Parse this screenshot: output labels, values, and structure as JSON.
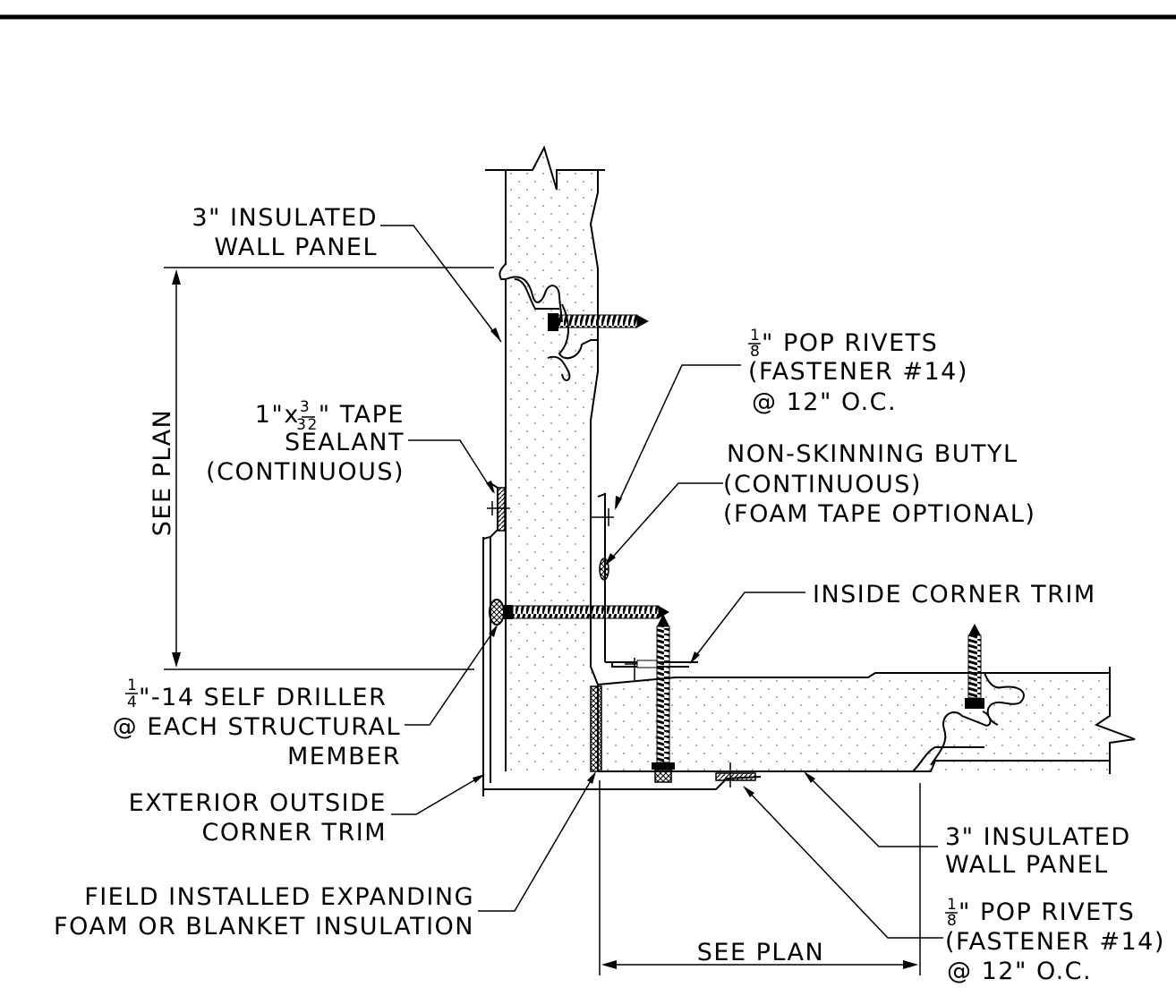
{
  "labels": {
    "top_panel_1": "3\" INSULATED",
    "top_panel_2": "WALL PANEL",
    "tape_1_pre": "1\"x",
    "tape_1_num": "3",
    "tape_1_den": "32",
    "tape_1_post": "\" TAPE",
    "tape_2": "SEALANT",
    "tape_3": "(CONTINUOUS)",
    "rivet_top_num": "1",
    "rivet_top_den": "8",
    "rivet_top_1": "\" POP RIVETS",
    "rivet_top_2": "(FASTENER #14)",
    "rivet_top_3": "@ 12\" O.C.",
    "butyl_1": "NON-SKINNING BUTYL",
    "butyl_2": "(CONTINUOUS)",
    "butyl_3": "(FOAM TAPE OPTIONAL)",
    "inside_trim": "INSIDE CORNER TRIM",
    "driller_num": "1",
    "driller_den": "4",
    "driller_1": "\"-14 SELF DRILLER",
    "driller_2": "@ EACH STRUCTURAL",
    "driller_3": "MEMBER",
    "ext_trim_1": "EXTERIOR OUTSIDE",
    "ext_trim_2": "CORNER TRIM",
    "foam_1": "FIELD INSTALLED EXPANDING",
    "foam_2": "FOAM OR BLANKET INSULATION",
    "right_panel_1": "3\" INSULATED",
    "right_panel_2": "WALL PANEL",
    "rivet_bot_num": "1",
    "rivet_bot_den": "8",
    "rivet_bot_1": "\" POP RIVETS",
    "rivet_bot_2": "(FASTENER #14)",
    "rivet_bot_3": "@ 12\" O.C.",
    "dim_vertical": "SEE PLAN",
    "dim_horizontal": "SEE PLAN"
  }
}
